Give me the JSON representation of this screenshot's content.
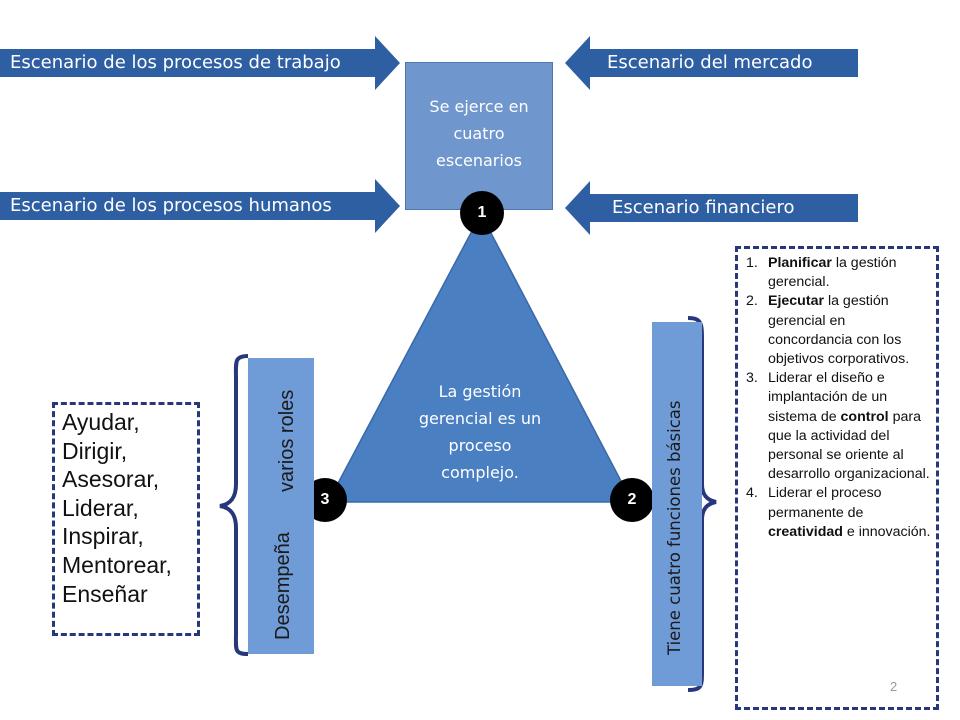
{
  "scenarios": {
    "work_processes": "Escenario  de los procesos de trabajo",
    "market": "Escenario del mercado",
    "human_processes": "Escenario  de los procesos  humanos",
    "financial": "Escenario  financiero"
  },
  "center_box": {
    "text": "Se ejerce en cuatro escenarios"
  },
  "triangle": {
    "text": "La gestión gerencial es un proceso complejo."
  },
  "markers": {
    "one": "1",
    "two": "2",
    "three": "3"
  },
  "roles": {
    "caption_a": "Desempeña",
    "caption_b": "varios roles",
    "items": [
      "Ayudar,",
      "Dirigir,",
      "Asesorar,",
      "Liderar,",
      "Inspirar,",
      "Mentorear,",
      "Enseñar"
    ]
  },
  "functions": {
    "caption": "Tiene cuatro funciones básicas",
    "items": [
      {
        "number": "1.",
        "bold": "Planificar",
        "rest": " la gestión gerencial."
      },
      {
        "number": "2.",
        "bold": "Ejecutar",
        "rest": " la gestión gerencial en concordancia con los objetivos corporativos."
      },
      {
        "number": "3.",
        "pre": "Liderar el diseño e implantación de un sistema de ",
        "bold": "control",
        "rest": " para que la actividad del personal se oriente al desarrollo organizacional."
      },
      {
        "number": "4.",
        "pre": "Liderar el proceso permanente de ",
        "bold": "creatividad",
        "rest": " e innovación."
      }
    ]
  },
  "page_number": "2",
  "colors": {
    "arrow_fill": "#2f5fa3",
    "box_fill": "#6f96cd",
    "triangle_fill": "#4a7fc1",
    "bar_fill": "#6f9bd6",
    "dash_border": "#28377a",
    "marker": "#000000"
  }
}
